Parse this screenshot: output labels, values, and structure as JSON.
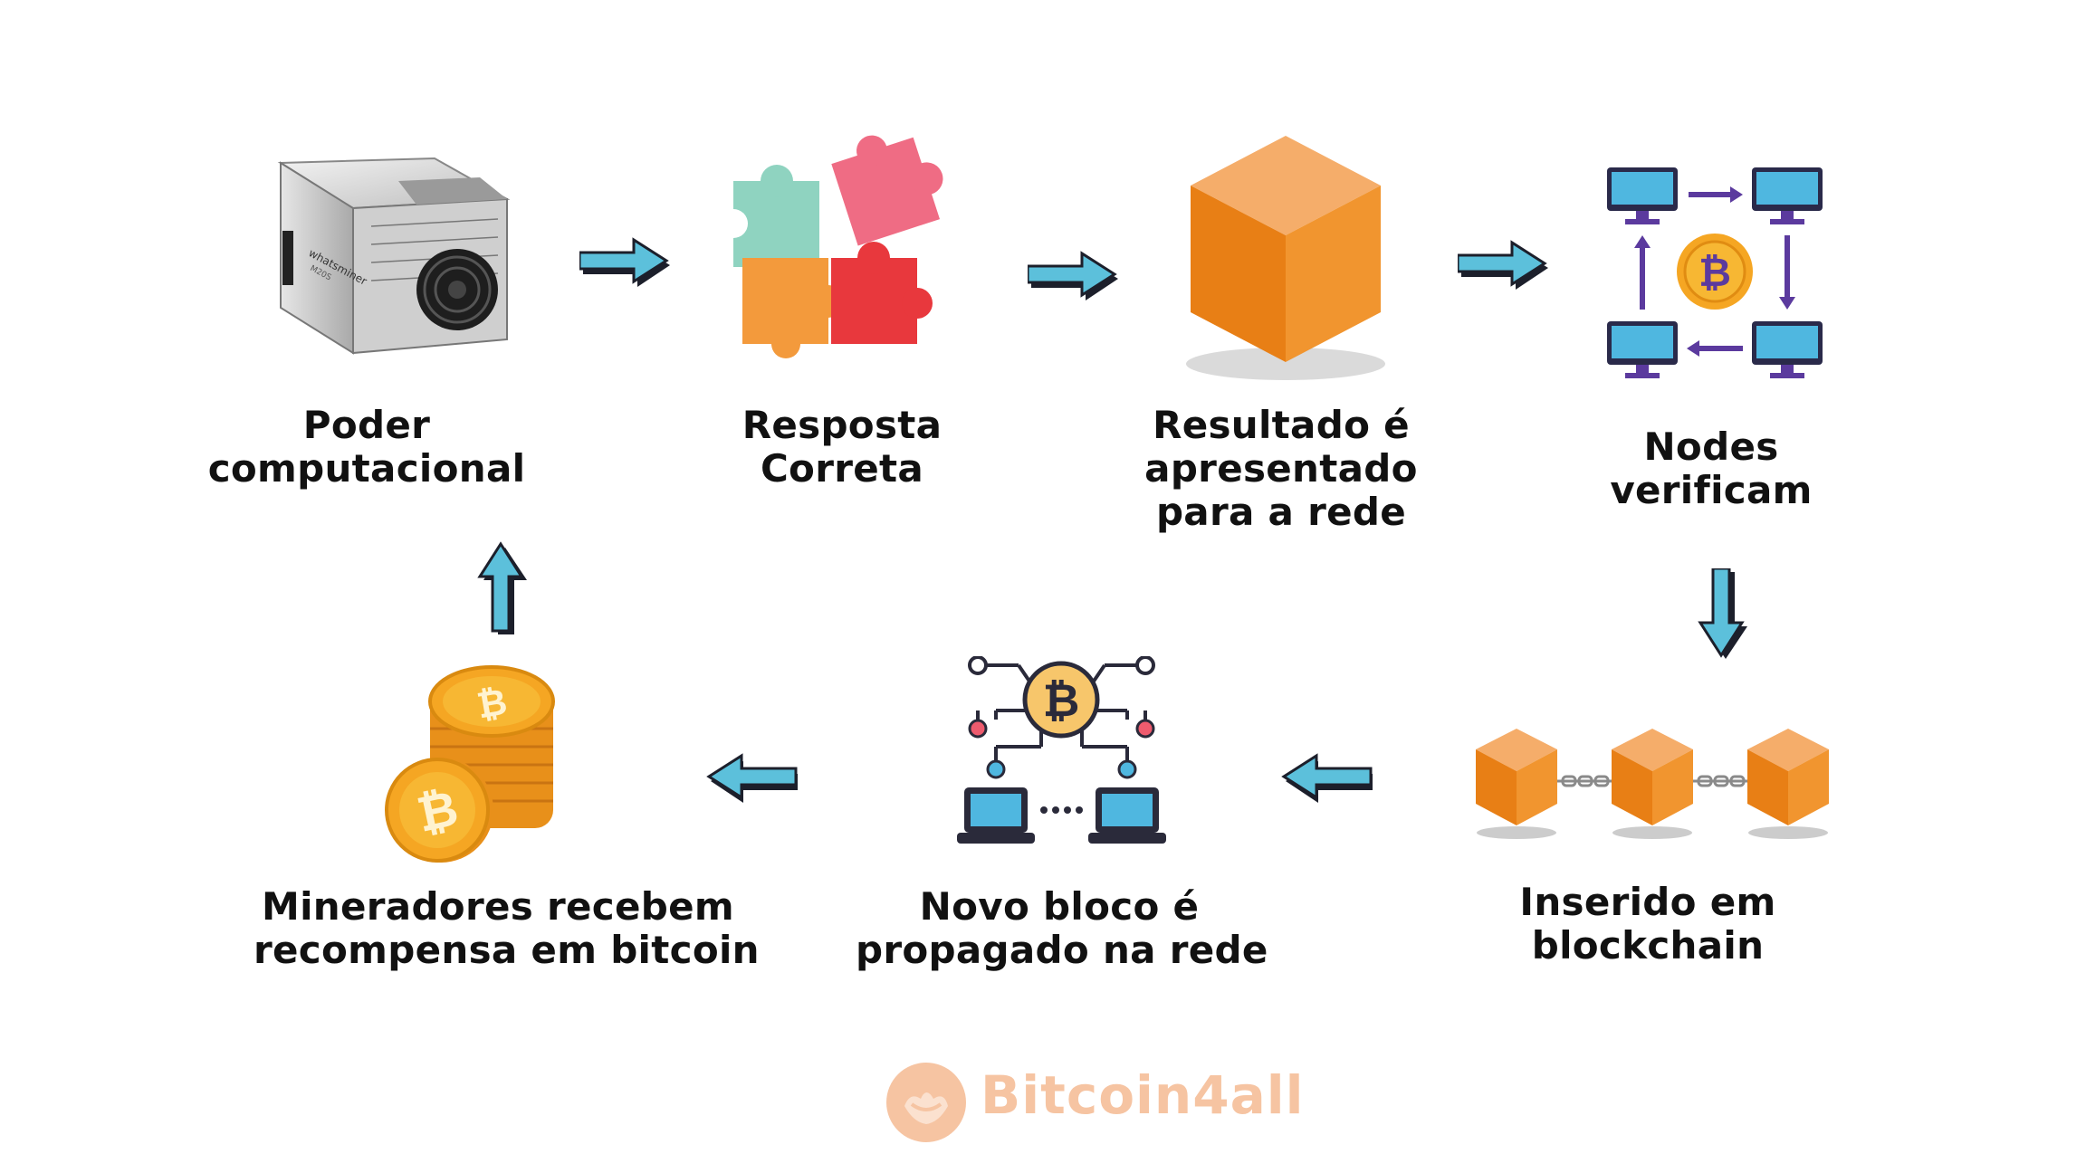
{
  "steps": [
    {
      "id": "poder",
      "lines": [
        "Poder",
        "computacional"
      ]
    },
    {
      "id": "resposta",
      "lines": [
        "Resposta",
        "Correta"
      ]
    },
    {
      "id": "resultado",
      "lines": [
        "Resultado é",
        "apresentado",
        "para a rede"
      ]
    },
    {
      "id": "nodes",
      "lines": [
        "Nodes",
        "verificam"
      ]
    },
    {
      "id": "inserido",
      "lines": [
        "Inserido em",
        "blockchain"
      ]
    },
    {
      "id": "novo_bloco",
      "lines": [
        "Novo bloco é",
        "propagado na rede"
      ]
    },
    {
      "id": "mineradores",
      "lines": [
        "Mineradores recebem",
        "recompensa em bitcoin"
      ]
    }
  ],
  "miner_brand": "whatsminer",
  "miner_model": "M20S",
  "watermark": "Bitcoin4all",
  "colors": {
    "arrow_fill": "#5cc0db",
    "arrow_shadow": "#1c1f2b",
    "cube_orange": "#f08a24",
    "coin_gold": "#f5a623",
    "monitor_blue": "#4fb7e0",
    "arrow_purple": "#5b3a9e",
    "watermark": "#f6c4a2"
  },
  "icons": [
    "asic-miner-icon",
    "puzzle-icon",
    "cube-icon",
    "network-nodes-icon",
    "blockchain-icon",
    "network-propagation-icon",
    "bitcoin-coins-icon",
    "bitcoin4all-logo-icon"
  ]
}
